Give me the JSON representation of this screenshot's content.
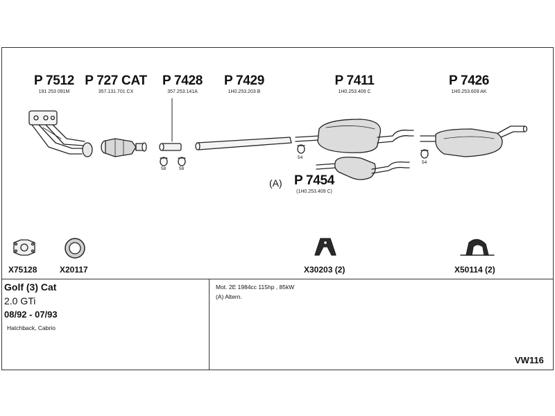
{
  "diagram_code": "VW116",
  "parts": [
    {
      "number": "P 7512",
      "ref": "191 253 091M"
    },
    {
      "number": "P 727 CAT",
      "ref": "357.131.701 CX"
    },
    {
      "number": "P 7428",
      "ref": "357.253.141A"
    },
    {
      "number": "P 7429",
      "ref": "1H0.253.203 B"
    },
    {
      "number": "P 7411",
      "ref": "1H0.253.409 C"
    },
    {
      "number": "P 7426",
      "ref": "1H0.253.609 AK"
    }
  ],
  "alt_part": {
    "marker": "(A)",
    "number": "P 7454",
    "ref": "(1H0.253.409 C)"
  },
  "clamp_labels": [
    "58",
    "58",
    "54",
    "54"
  ],
  "accessories": [
    {
      "code": "X75128",
      "icon": "flange-gasket-icon"
    },
    {
      "code": "X20117",
      "icon": "ring-gasket-icon"
    },
    {
      "code": "X30203 (2)",
      "icon": "rubber-mount-icon"
    },
    {
      "code": "X50114 (2)",
      "icon": "hanger-bracket-icon"
    }
  ],
  "vehicle": {
    "model": "Golf (3) Cat",
    "engine": "2.0 GTi",
    "period": "08/92 - 07/93",
    "body": "Hatchback, Cabrio"
  },
  "notes": {
    "engine_spec": "Mot. 2E 1984cc 115hp , 85kW",
    "legend": "(A) Altern."
  }
}
